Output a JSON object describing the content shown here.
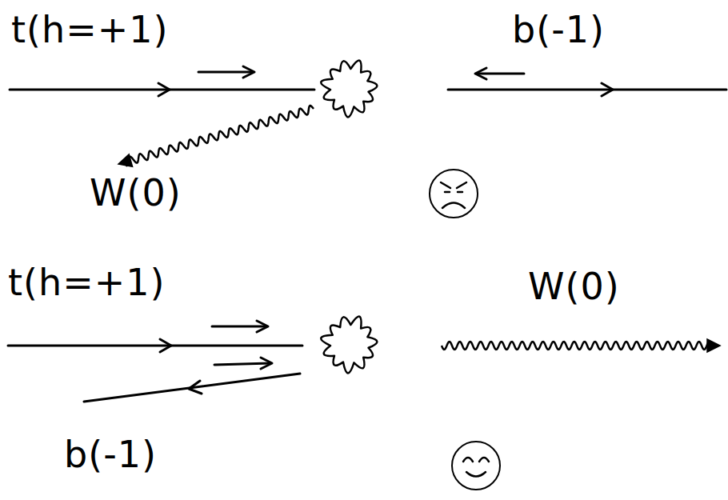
{
  "diagram": {
    "labels": [
      "t(h=+1)",
      "b(-1)",
      "W(0)",
      "t(h=+1)",
      "W(0)",
      "b(-1)"
    ]
  }
}
